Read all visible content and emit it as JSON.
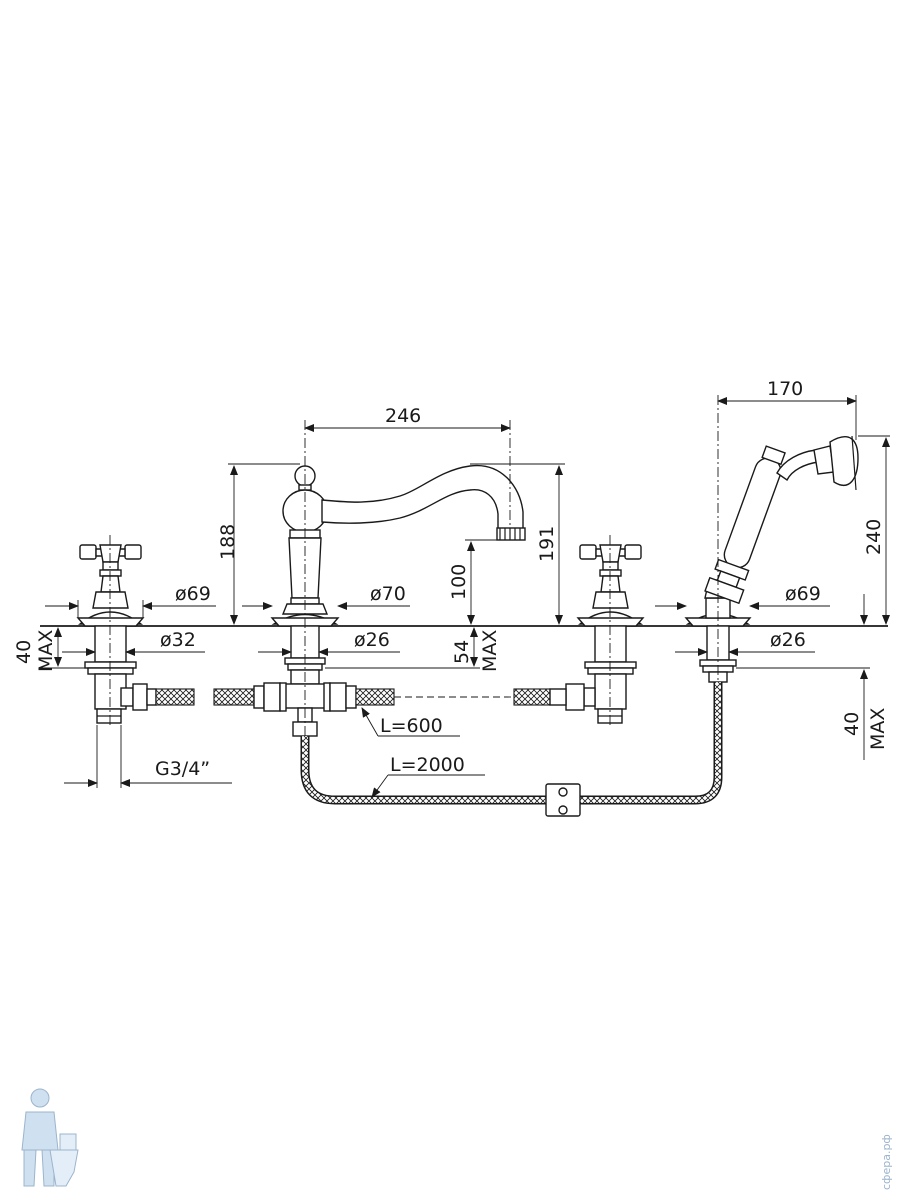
{
  "dimensions": {
    "spout_reach": "246",
    "handshower_reach": "170",
    "spout_height": "188",
    "spout_total_height": "191",
    "spout_outlet_height": "100",
    "handshower_height": "240",
    "left_rosette": "ø69",
    "center_rosette": "ø70",
    "right_rosette": "ø69",
    "left_shank": "ø32",
    "center_shank": "ø26",
    "right_shank": "ø26",
    "deck_thickness_max": "54",
    "max_label": "MAX",
    "left_deck_max": "40",
    "right_deck_max": "40",
    "thread": "G3/4”",
    "short_hose_length": "L=600",
    "long_hose_length": "L=2000"
  },
  "watermark": {
    "site": "сфера.рф"
  }
}
